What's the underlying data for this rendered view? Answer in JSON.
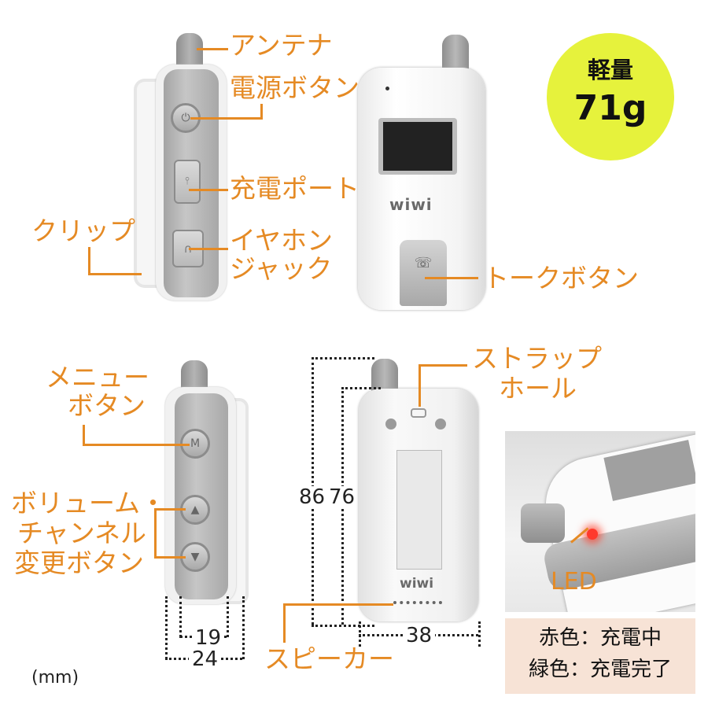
{
  "labels": {
    "antenna": "アンテナ",
    "power_button": "電源ボタン",
    "charge_port": "充電ポート",
    "clip": "クリップ",
    "earphone_jack_line1": "イヤホン",
    "earphone_jack_line2": "ジャック",
    "talk_button": "トークボタン",
    "menu_button_line1": "メニュー",
    "menu_button_line2": "ボタン",
    "volume_line1": "ボリューム・",
    "volume_line2": "チャンネル",
    "volume_line3": "変更ボタン",
    "strap_hole_line1": "ストラップ",
    "strap_hole_line2": "ホール",
    "speaker": "スピーカー",
    "led": "LED"
  },
  "weight_badge": {
    "title": "軽量",
    "value": "71g",
    "color": "#e6f23c"
  },
  "dimensions": {
    "height_total": "86",
    "height_body": "76",
    "width": "38",
    "depth_body": "19",
    "depth_clip": "24",
    "unit": "(mm)"
  },
  "led_status": {
    "line1": "赤色：充電中",
    "line2": "緑色：充電完了"
  },
  "device": {
    "brand": "wiwi",
    "menu_key": "M"
  },
  "colors": {
    "accent": "#e58a24",
    "badge": "#e6f23c",
    "status_bg": "#f7e3d6"
  }
}
